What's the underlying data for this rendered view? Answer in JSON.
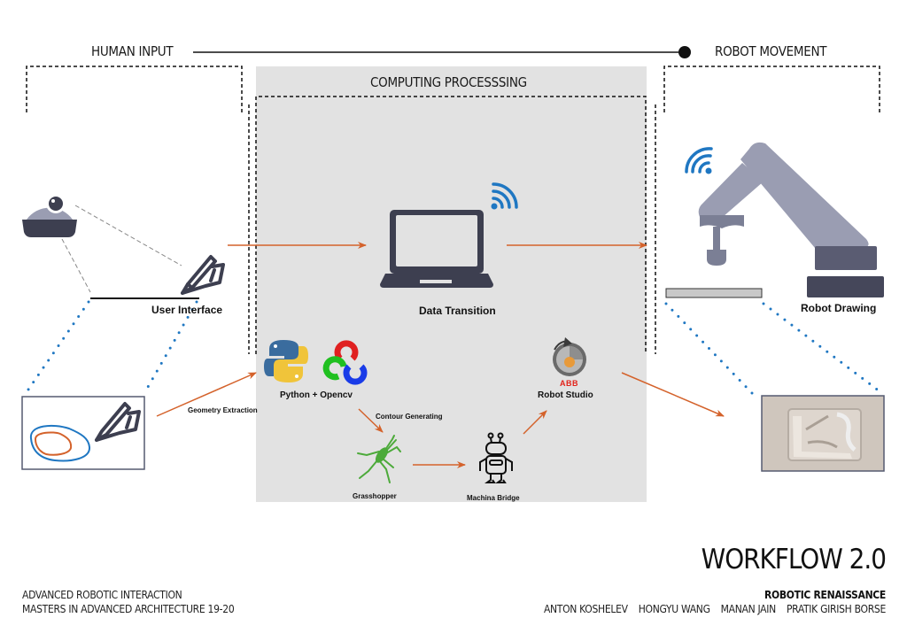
{
  "sections": {
    "human_input": "HUMAN INPUT",
    "computing_processing": "COMPUTING PROCESSSING",
    "robot_movement": "ROBOT MOVEMENT"
  },
  "nodes": {
    "user_interface": "User Interface",
    "data_transition": "Data Transition",
    "robot_drawing": "Robot Drawing",
    "python_opencv": "Python + Opencv",
    "grasshopper": "Grasshopper",
    "machina_bridge": "Machina Bridge",
    "robot_studio": "Robot Studio",
    "abb_logo": "ABB"
  },
  "edges": {
    "geometry_extraction": "Geometry Extraction",
    "contour_generating": "Contour Generating"
  },
  "colors": {
    "arrow": "#d4622b",
    "dotted": "#1f77c2",
    "icon_dark": "#3d3f50",
    "icon_light": "#9a9db2",
    "panel": "#e2e2e2",
    "wifi": "#1f77c2"
  },
  "footer": {
    "course": "ADVANCED ROBOTIC INTERACTION",
    "program": "MASTERS IN ADVANCED ARCHITECTURE 19-20",
    "title": "WORKFLOW 2.0",
    "project": "ROBOTIC RENAISSANCE",
    "authors": [
      "ANTON KOSHELEV",
      "HONGYU WANG",
      "MANAN JAIN",
      "PRATIK GIRISH BORSE"
    ]
  }
}
